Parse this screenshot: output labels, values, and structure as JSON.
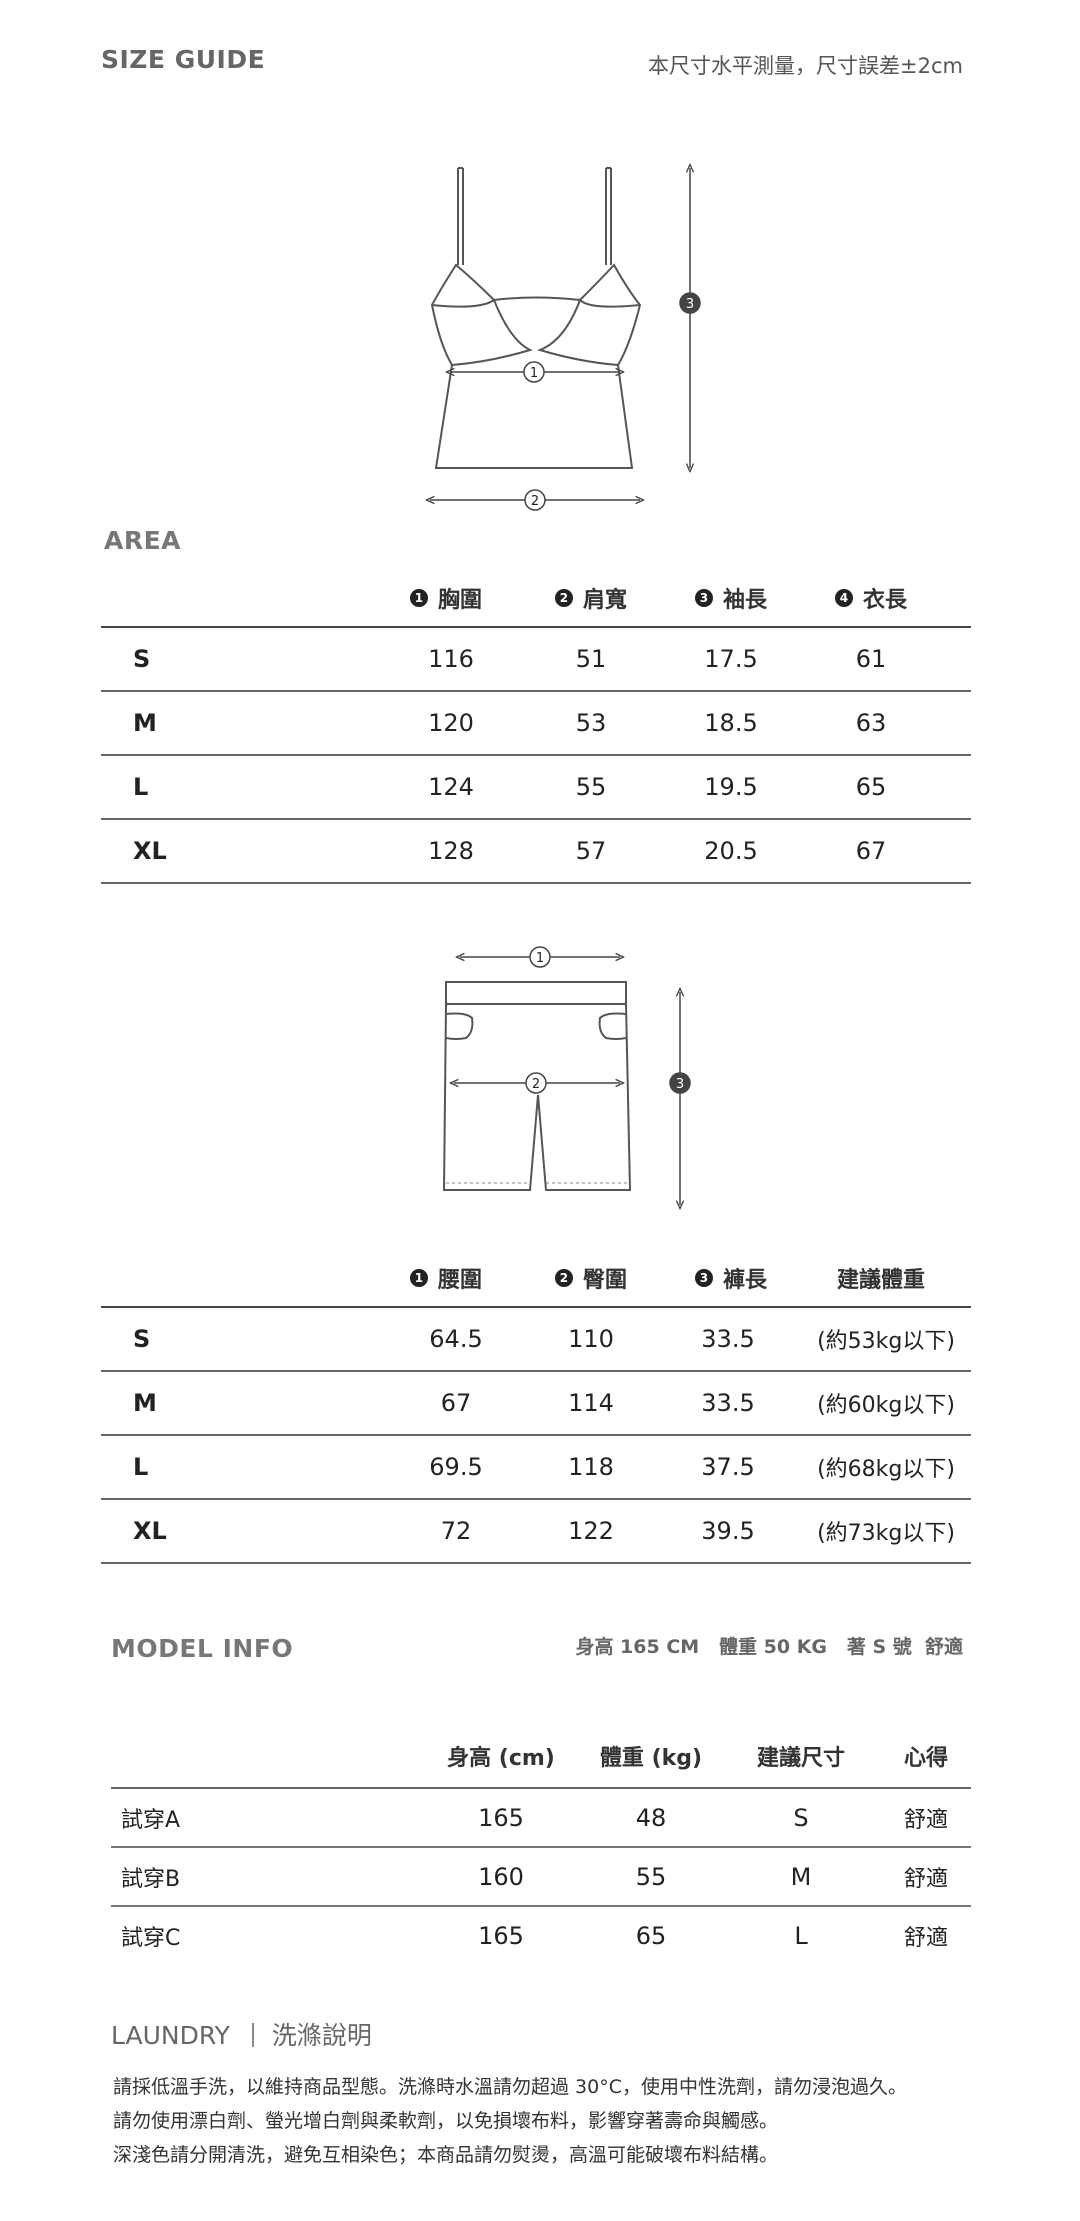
{
  "header": {
    "title": "SIZE GUIDE",
    "note": "本尺寸水平測量，尺寸誤差±2cm"
  },
  "top_section": {
    "label": "AREA",
    "diagram_markers": [
      "1",
      "2",
      "3"
    ],
    "columns": [
      {
        "num": "1",
        "label": "胸圍"
      },
      {
        "num": "2",
        "label": "肩寬"
      },
      {
        "num": "3",
        "label": "袖長"
      },
      {
        "num": "4",
        "label": "衣長"
      }
    ],
    "rows": [
      {
        "size": "S",
        "values": [
          "116",
          "51",
          "17.5",
          "61"
        ]
      },
      {
        "size": "M",
        "values": [
          "120",
          "53",
          "18.5",
          "63"
        ]
      },
      {
        "size": "L",
        "values": [
          "124",
          "55",
          "19.5",
          "65"
        ]
      },
      {
        "size": "XL",
        "values": [
          "128",
          "57",
          "20.5",
          "67"
        ]
      }
    ]
  },
  "bottom_section": {
    "diagram_markers": [
      "1",
      "2",
      "3"
    ],
    "columns": [
      {
        "num": "1",
        "label": "腰圍"
      },
      {
        "num": "2",
        "label": "臀圍"
      },
      {
        "num": "3",
        "label": "褲長"
      },
      {
        "num": "",
        "label": "建議體重"
      }
    ],
    "rows": [
      {
        "size": "S",
        "values": [
          "64.5",
          "110",
          "33.5",
          "(約53kg以下)"
        ]
      },
      {
        "size": "M",
        "values": [
          "67",
          "114",
          "33.5",
          "(約60kg以下)"
        ]
      },
      {
        "size": "L",
        "values": [
          "69.5",
          "118",
          "37.5",
          "(約68kg以下)"
        ]
      },
      {
        "size": "XL",
        "values": [
          "72",
          "122",
          "39.5",
          "(約73kg以下)"
        ]
      }
    ]
  },
  "model_info": {
    "label": "MODEL INFO",
    "summary": "身高 165 CM   體重 50 KG   著 S 號  舒適",
    "columns": [
      "身高 (cm)",
      "體重 (kg)",
      "建議尺寸",
      "心得"
    ],
    "rows": [
      {
        "name": "試穿A",
        "values": [
          "165",
          "48",
          "S",
          "舒適"
        ]
      },
      {
        "name": "試穿B",
        "values": [
          "160",
          "55",
          "M",
          "舒適"
        ]
      },
      {
        "name": "試穿C",
        "values": [
          "165",
          "65",
          "L",
          "舒適"
        ]
      }
    ]
  },
  "laundry": {
    "label": "LAUNDRY",
    "sublabel": "洗滌說明",
    "lines": [
      "請採低溫手洗，以維持商品型態。洗滌時水溫請勿超過 30°C，使用中性洗劑，請勿浸泡過久。",
      "請勿使用漂白劑、螢光增白劑與柔軟劑，以免損壞布料，影響穿著壽命與觸感。",
      "深淺色請分開清洗，避免互相染色；本商品請勿熨燙，高溫可能破壞布料結構。"
    ]
  }
}
